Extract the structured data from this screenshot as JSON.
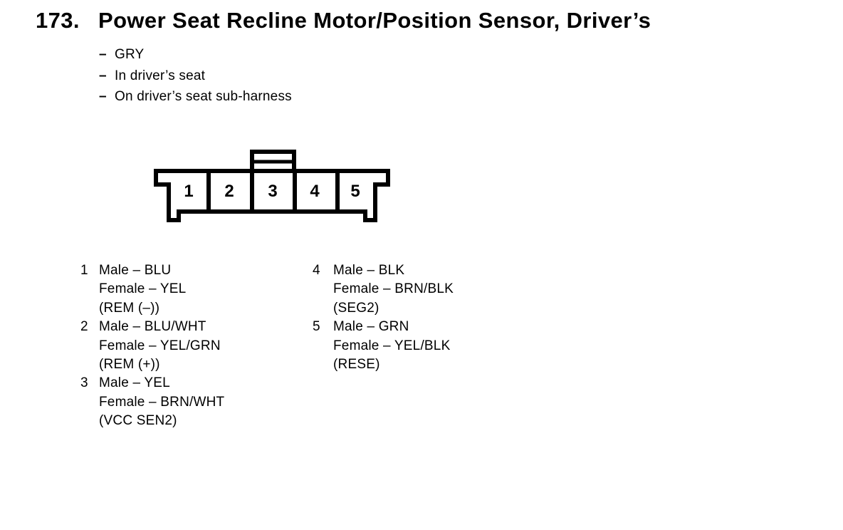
{
  "document": {
    "item_number": "173.",
    "title": "Power Seat Recline Motor/Position Sensor, Driver’s",
    "bullet_dash": "–",
    "bullets": [
      "GRY",
      "In driver’s seat",
      "On driver’s seat sub-harness"
    ]
  },
  "connector": {
    "pins": [
      "1",
      "2",
      "3",
      "4",
      "5"
    ]
  },
  "pinout": {
    "left": [
      {
        "pin": "1",
        "lines": [
          "Male – BLU",
          "Female – YEL",
          "(REM (–))"
        ]
      },
      {
        "pin": "2",
        "lines": [
          "Male – BLU/WHT",
          "Female – YEL/GRN",
          "(REM (+))"
        ]
      },
      {
        "pin": "3",
        "lines": [
          "Male – YEL",
          "Female – BRN/WHT",
          "(VCC SEN2)"
        ]
      }
    ],
    "right": [
      {
        "pin": "4",
        "lines": [
          "Male – BLK",
          "Female – BRN/BLK",
          "(SEG2)"
        ]
      },
      {
        "pin": "5",
        "lines": [
          "Male – GRN",
          "Female – YEL/BLK",
          "(RESE)"
        ]
      }
    ]
  },
  "colors": {
    "ink": "#000000",
    "paper": "#ffffff"
  }
}
